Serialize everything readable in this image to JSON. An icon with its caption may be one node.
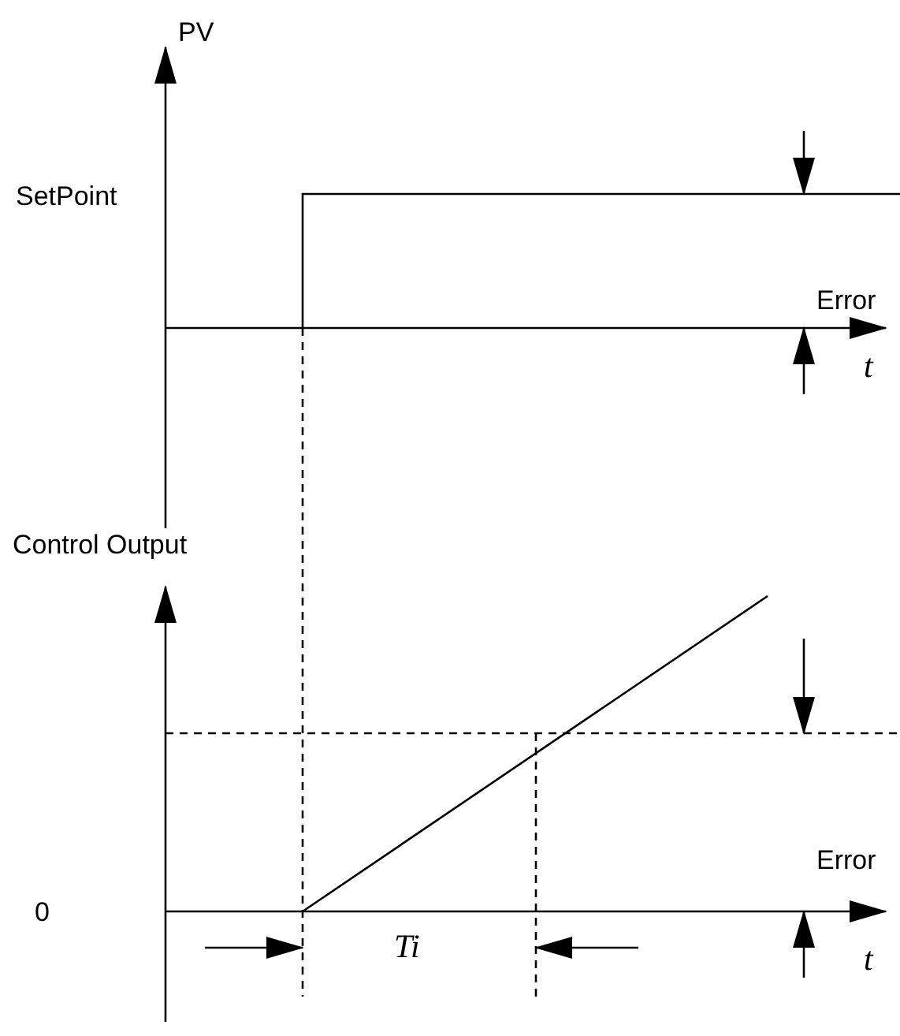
{
  "diagram": {
    "labels": [
      "PV",
      "SetPoint",
      "Error",
      "t",
      "Control Output",
      "Error",
      "0",
      "Ti",
      "t"
    ]
  }
}
